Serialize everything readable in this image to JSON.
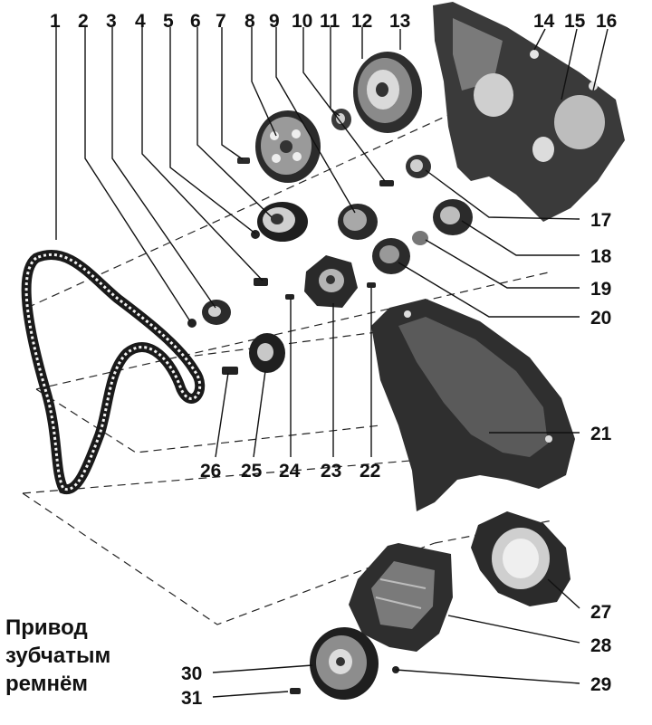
{
  "caption": {
    "line1": "Привод",
    "line2": "зубчатым",
    "line3": "ремнём"
  },
  "callouts": [
    "1",
    "2",
    "3",
    "4",
    "5",
    "6",
    "7",
    "8",
    "9",
    "10",
    "11",
    "12",
    "13",
    "14",
    "15",
    "16",
    "17",
    "18",
    "19",
    "20",
    "21",
    "22",
    "23",
    "24",
    "25",
    "26",
    "27",
    "28",
    "29",
    "30",
    "31"
  ],
  "colors": {
    "ink": "#111111",
    "part": "#4a4a4a",
    "shade": "#2b2b2b",
    "light": "#9a9a9a"
  }
}
